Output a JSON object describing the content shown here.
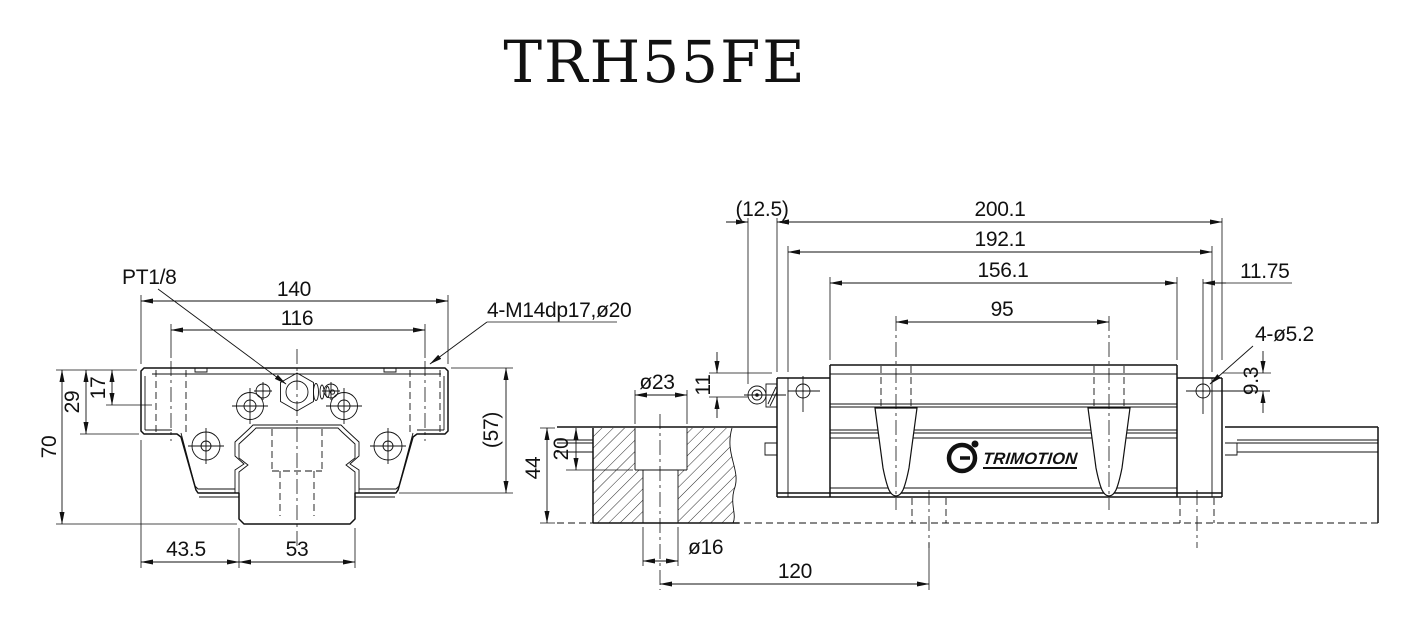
{
  "title": "TRH55FE",
  "logo": {
    "text": "TRIMOTION"
  },
  "front_view": {
    "port_label": "PT1/8",
    "holes_label": "4-M14dp17,ø20",
    "dims": {
      "width": "140",
      "hole_span": "116",
      "h17": "17",
      "h29": "29",
      "total_height": "70",
      "block_height": "(57)",
      "offset_left": "43.5",
      "rail_width": "53"
    }
  },
  "side_view": {
    "holes_label": "4-ø5.2",
    "dims": {
      "nipple_len": "(12.5)",
      "len_total": "200.1",
      "len_seals": "192.1",
      "len_body": "156.1",
      "hole_pitch": "95",
      "edge_offset": "11.75",
      "hole_depth": "9.3",
      "nipple_height": "11",
      "cb_dia": "ø23",
      "cb_depth": "20",
      "rail_height": "44",
      "hole_dia": "ø16",
      "rail_pitch": "120"
    }
  }
}
